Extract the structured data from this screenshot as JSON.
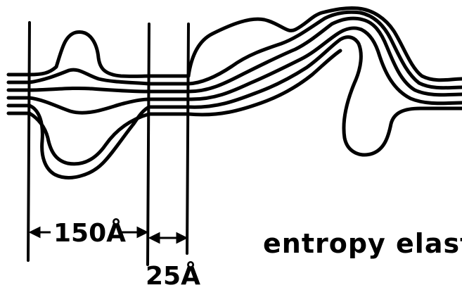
{
  "figure": {
    "dimension_label_1": "150Å",
    "dimension_label_2": "25Å",
    "caption": "entropy elasti",
    "ink_color": "#000000",
    "background_color": "#ffffff"
  }
}
